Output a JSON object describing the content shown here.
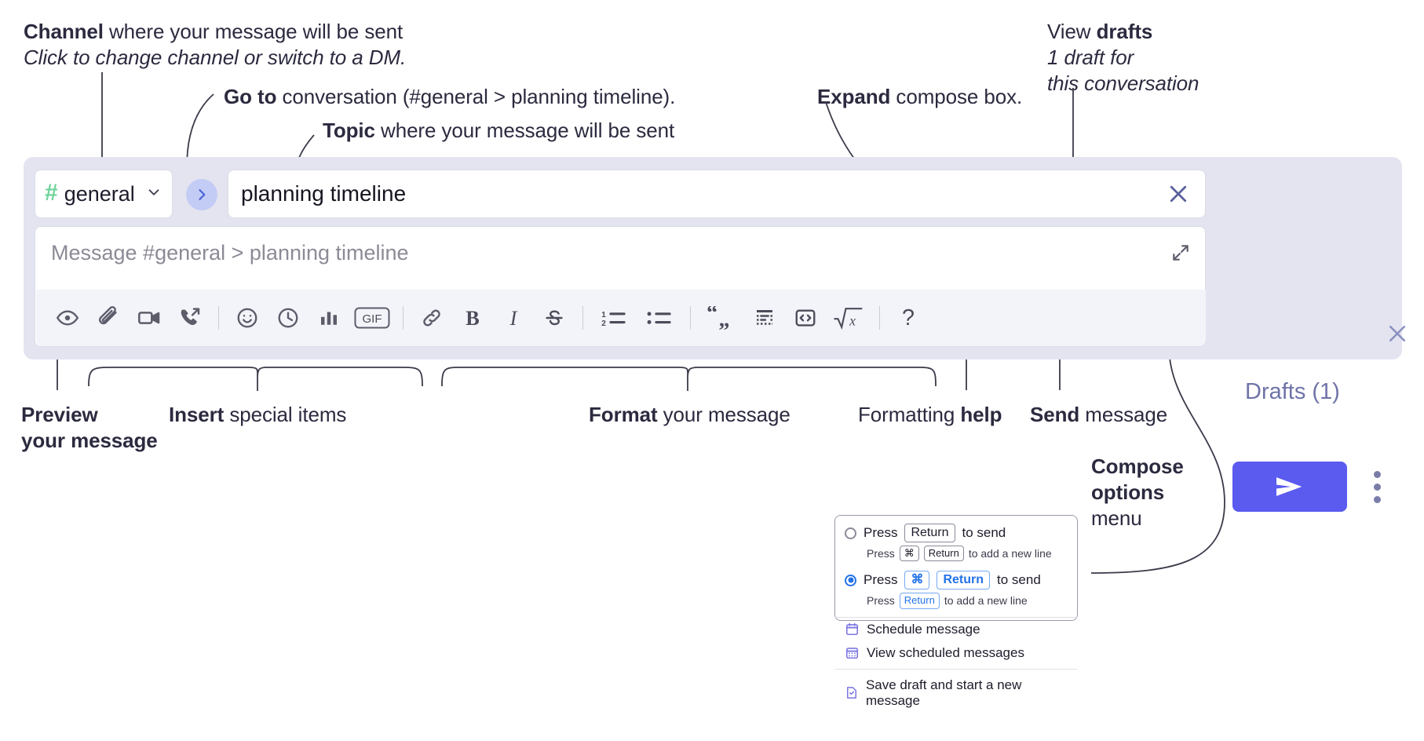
{
  "annotations": {
    "channel": {
      "bold": "Channel",
      "rest": " where your message will be sent",
      "italic_line": "Click to change channel or switch to a DM."
    },
    "goto": {
      "bold": "Go to",
      "rest": " conversation (#general > planning timeline)."
    },
    "topic": {
      "bold": "Topic",
      "rest": " where your message will be sent"
    },
    "expand": {
      "bold": "Expand",
      "rest": " compose box."
    },
    "drafts": {
      "line1_plain": "View ",
      "line1_bold": "drafts",
      "line2": "1 draft for",
      "line3": "this conversation"
    },
    "preview": {
      "bold": "Preview",
      "line2": "your message"
    },
    "insert": {
      "bold": "Insert",
      "rest": " special items"
    },
    "format": {
      "bold": "Format",
      "rest": " your message"
    },
    "help": {
      "plain": "Formatting ",
      "bold": "help"
    },
    "send": {
      "bold": "Send",
      "rest": " message"
    },
    "compose_options": {
      "bold_line1": "Compose",
      "bold_line2": "options",
      "line3": "menu"
    }
  },
  "compose": {
    "channel_name": "general",
    "channel_hash": "#",
    "goto_icon": "chevron-right-icon",
    "topic_value": "planning timeline",
    "topic_clear_icon": "close-icon",
    "message_placeholder": "Message #general > planning timeline",
    "expand_icon": "expand-diagonal-icon",
    "drafts_label": "Drafts (1)",
    "panel_close_icon": "close-icon",
    "send_icon": "paper-plane-icon",
    "compose_options_icon": "kebab-menu-icon",
    "toolbar": [
      {
        "name": "preview-icon",
        "label": "Preview"
      },
      {
        "name": "attachment-icon",
        "label": "Attach file"
      },
      {
        "name": "video-icon",
        "label": "Video clip"
      },
      {
        "name": "audio-call-icon",
        "label": "Audio clip"
      },
      {
        "name": "separator-1",
        "label": "|"
      },
      {
        "name": "emoji-icon",
        "label": "Emoji"
      },
      {
        "name": "clock-icon",
        "label": "Reminder"
      },
      {
        "name": "poll-icon",
        "label": "Poll"
      },
      {
        "name": "gif-icon",
        "label": "GIF"
      },
      {
        "name": "separator-2",
        "label": "|"
      },
      {
        "name": "link-icon",
        "label": "Link"
      },
      {
        "name": "bold-icon",
        "label": "B"
      },
      {
        "name": "italic-icon",
        "label": "I"
      },
      {
        "name": "strikethrough-icon",
        "label": "S"
      },
      {
        "name": "separator-3",
        "label": "|"
      },
      {
        "name": "ordered-list-icon",
        "label": "Ordered list"
      },
      {
        "name": "bulleted-list-icon",
        "label": "Bulleted list"
      },
      {
        "name": "separator-4",
        "label": "|"
      },
      {
        "name": "blockquote-icon",
        "label": "Blockquote"
      },
      {
        "name": "code-block-icon",
        "label": "Code block"
      },
      {
        "name": "inline-code-icon",
        "label": "Code"
      },
      {
        "name": "math-icon",
        "label": "Math"
      },
      {
        "name": "separator-5",
        "label": "|"
      },
      {
        "name": "help-icon",
        "label": "?"
      }
    ]
  },
  "options_menu": {
    "option_return": {
      "selected": false,
      "press": "Press",
      "key": "Return",
      "suffix": "to send",
      "sub_press": "Press",
      "sub_key1": "⌘",
      "sub_key2": "Return",
      "sub_suffix": "to add a new line"
    },
    "option_cmd_return": {
      "selected": true,
      "press": "Press",
      "key1": "⌘",
      "key2": "Return",
      "suffix": "to send",
      "sub_press": "Press",
      "sub_key": "Return",
      "sub_suffix": "to add a new line"
    },
    "items": [
      {
        "icon": "calendar-schedule-icon",
        "label": "Schedule message"
      },
      {
        "icon": "calendar-view-icon",
        "label": "View scheduled messages"
      },
      {
        "icon": "save-draft-icon",
        "label": "Save draft and start a new message"
      }
    ]
  },
  "colors": {
    "panel_bg": "#e3e4f0",
    "accent_send": "#5b5bf0",
    "hash_green": "#6fd39a",
    "goto_bg": "#c3ccf5",
    "drafts_text": "#6f73a8",
    "key_blue": "#2372e8",
    "text_dark": "#2b2a3f"
  }
}
